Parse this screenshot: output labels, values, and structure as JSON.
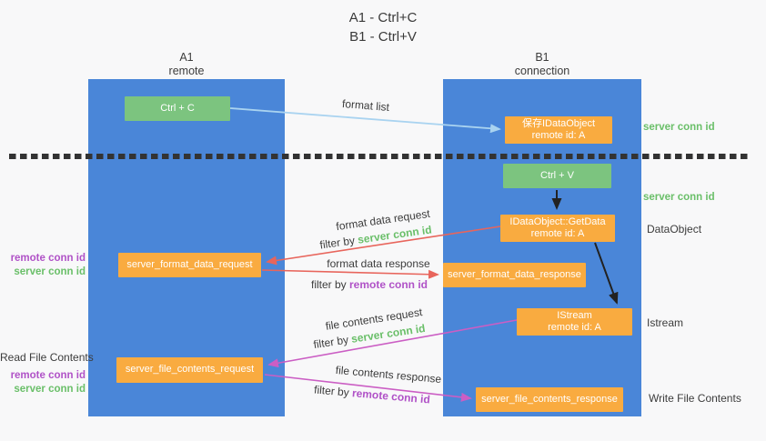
{
  "title": {
    "line1": "A1 - Ctrl+C",
    "line2": "B1 - Ctrl+V"
  },
  "lifelines": {
    "a1": {
      "name": "A1",
      "role": "remote"
    },
    "b1": {
      "name": "B1",
      "role": "connection"
    }
  },
  "nodes": {
    "ctrl_c": {
      "label": "Ctrl + C"
    },
    "ctrl_v": {
      "label": "Ctrl + V"
    },
    "save_idataobject": {
      "line1": "保存IDataObject",
      "line2": "remote id: A"
    },
    "getdata": {
      "line1": "IDataObject::GetData",
      "line2": "remote id: A"
    },
    "istream": {
      "line1": "IStream",
      "line2": "remote id: A"
    },
    "format_request": {
      "label": "server_format_data_request"
    },
    "format_response": {
      "label": "server_format_data_response"
    },
    "file_request": {
      "label": "server_file_contents_request"
    },
    "file_response": {
      "label": "server_file_contents_response"
    }
  },
  "messages": {
    "format_list": "format list",
    "format_data_request": "format data request",
    "format_data_response": "format data response",
    "file_contents_request": "file contents request",
    "file_contents_response": "file contents response",
    "filter_by": "filter by",
    "server_conn_id": "server conn id",
    "remote_conn_id": "remote conn id"
  },
  "annotations": {
    "server_conn_id_top": "server conn id",
    "server_conn_id_mid": "server conn id",
    "dataobject": "DataObject",
    "istream": "Istream",
    "write_file_contents": "Write File Contents",
    "read_file_contents": "Read File Contents",
    "remote_conn_id_1": "remote conn id",
    "server_conn_id_1": "server conn id",
    "remote_conn_id_2": "remote conn id",
    "server_conn_id_2": "server conn id"
  },
  "colors": {
    "lifeline_blue": "#4a86d8",
    "action_green": "#7cc47f",
    "node_orange": "#f9ab40",
    "arrow_light_blue": "#a9d3f0",
    "arrow_red": "#e8655c",
    "arrow_magenta": "#cb5ec4",
    "arrow_black": "#222222",
    "text_green": "#6abf69",
    "text_purple": "#b052c7",
    "dotted_line": "#333333"
  }
}
